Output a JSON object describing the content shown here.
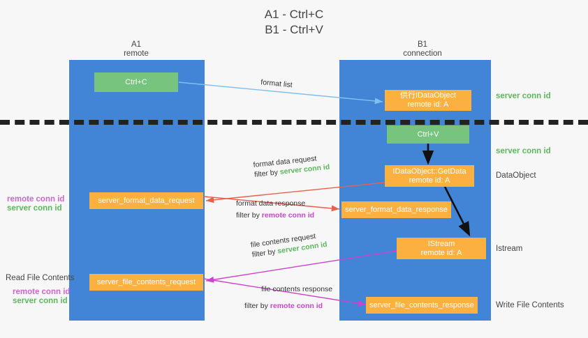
{
  "title": {
    "line1": "A1 - Ctrl+C",
    "line2": "B1 - Ctrl+V"
  },
  "lanes": [
    {
      "name": "A1",
      "sub": "remote"
    },
    {
      "name": "B1",
      "sub": "connection"
    }
  ],
  "nodes": {
    "ctrl_c": {
      "label": "Ctrl+C"
    },
    "idataobject": {
      "line1": "供行IDataObject",
      "line2": "remote id: A"
    },
    "ctrl_v": {
      "label": "Ctrl+V"
    },
    "getdata": {
      "line1": "IDataObject::GetData",
      "line2": "remote id: A"
    },
    "istream": {
      "line1": "IStream",
      "line2": "remote id: A"
    },
    "server_format_data_request": {
      "label": "server_format_data_request"
    },
    "server_format_data_response": {
      "label": "server_format_data_response"
    },
    "server_file_contents_request": {
      "label": "server_file_contents_request"
    },
    "server_file_contents_response": {
      "label": "server_file_contents_response"
    }
  },
  "right_labels": {
    "server_conn_id_top": "server conn id",
    "server_conn_id_mid": "server conn id",
    "dataobject": "DataObject",
    "istream": "Istream",
    "write_file_contents": "Write File Contents"
  },
  "left_labels": {
    "remote_conn_id_upper": "remote conn id",
    "server_conn_id_upper": "server conn id",
    "read_file_contents": "Read File Contents",
    "remote_conn_id_lower": "remote conn id",
    "server_conn_id_lower": "server conn id"
  },
  "edges": {
    "format_list": "format list",
    "format_data_request": "format data request",
    "format_data_request_filter_prefix": "filter by ",
    "format_data_request_filter_key": "server conn id",
    "format_data_response": "format data response",
    "format_data_response_filter_prefix": "filter by ",
    "format_data_response_filter_key": "remote conn id",
    "file_contents_request": "file contents request",
    "file_contents_request_filter_prefix": "filter by ",
    "file_contents_request_filter_key": "server conn id",
    "file_contents_response": "file contents response",
    "file_contents_response_filter_prefix": "filter by ",
    "file_contents_response_filter_key": "remote conn id"
  },
  "colors": {
    "lane": "#4285d6",
    "green_node": "#76c47e",
    "orange_node": "#fbb040",
    "green_text": "#5cb85c",
    "magenta_text": "#cc44cc",
    "blue_arrow": "#7ec0ee",
    "red_arrow": "#e8604c",
    "magenta_arrow": "#cc44cc",
    "black_arrow": "#111111"
  }
}
